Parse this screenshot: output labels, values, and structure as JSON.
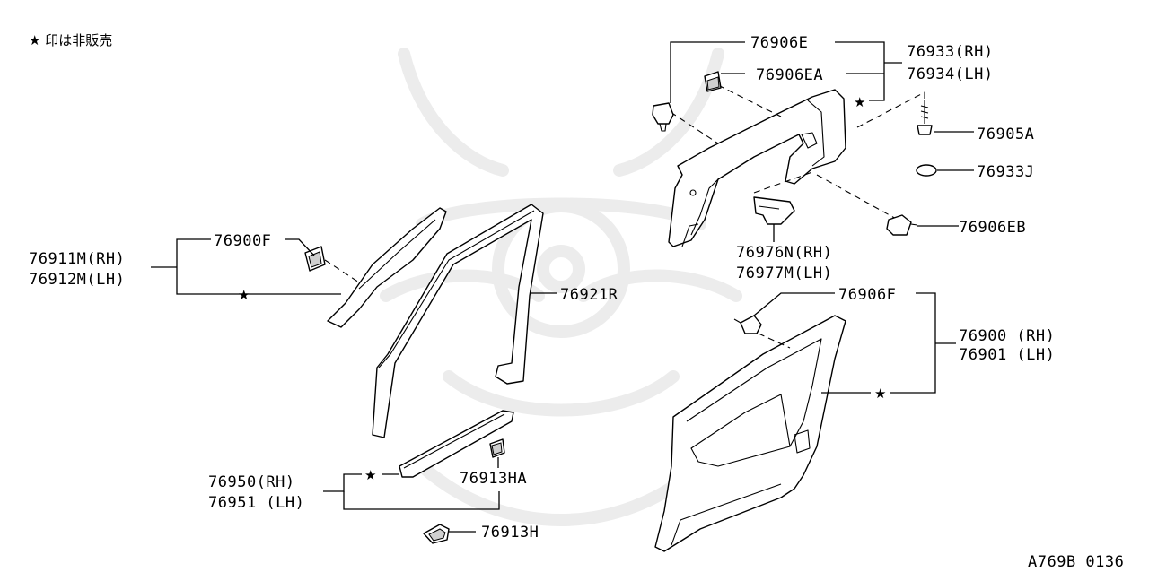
{
  "legend_note": "★ 印は非販売",
  "diagram_code": "A769B 0136",
  "labels": {
    "p76906E": "76906E",
    "p76906EA": "76906EA",
    "p76933": "76933(RH)",
    "p76934": "76934(LH)",
    "p76905A": "76905A",
    "p76933J": "76933J",
    "p76906EB": "76906EB",
    "p76976N": "76976N(RH)",
    "p76977M": "76977M(LH)",
    "p76900F": "76900F",
    "p76911M": "76911M(RH)",
    "p76912M": "76912M(LH)",
    "p76921R": "76921R",
    "p76906F": "76906F",
    "p76900": "76900 (RH)",
    "p76901": "76901 (LH)",
    "p76950": "76950(RH)",
    "p76951": "76951 (LH)",
    "p76913HA": "76913HA",
    "p76913H": "76913H"
  }
}
